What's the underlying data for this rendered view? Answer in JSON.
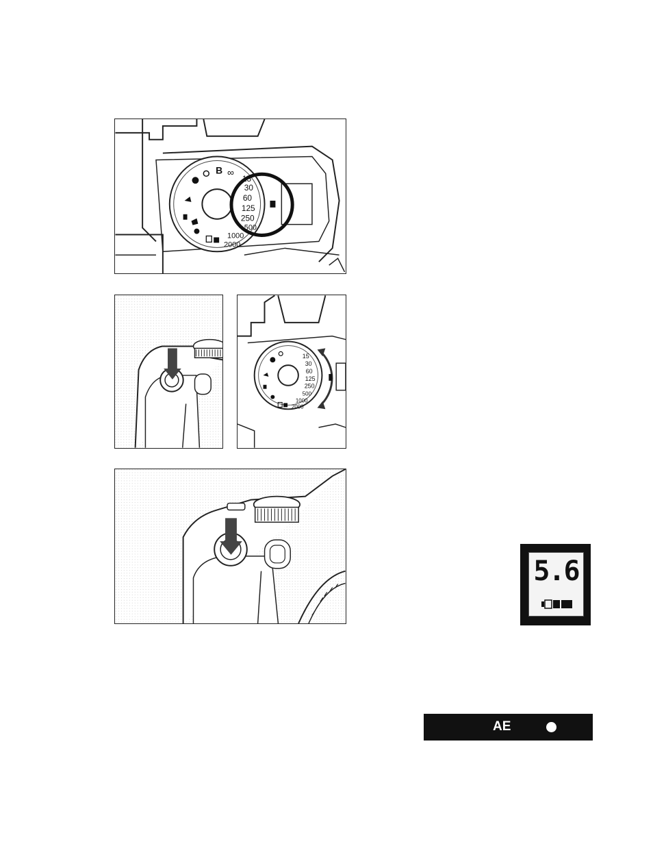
{
  "figure1": {
    "dial_values": [
      "15",
      "30",
      "60",
      "125",
      "250",
      "500",
      "1000",
      "2000"
    ],
    "dial_symbols": [
      "B",
      "∞"
    ]
  },
  "figure3": {
    "dial_values": [
      "15",
      "30",
      "60",
      "125",
      "250",
      "500",
      "1000",
      "2000"
    ]
  },
  "lcd_panel": {
    "aperture_value": "5.6"
  },
  "viewfinder_bar": {
    "ae_label": "AE"
  }
}
